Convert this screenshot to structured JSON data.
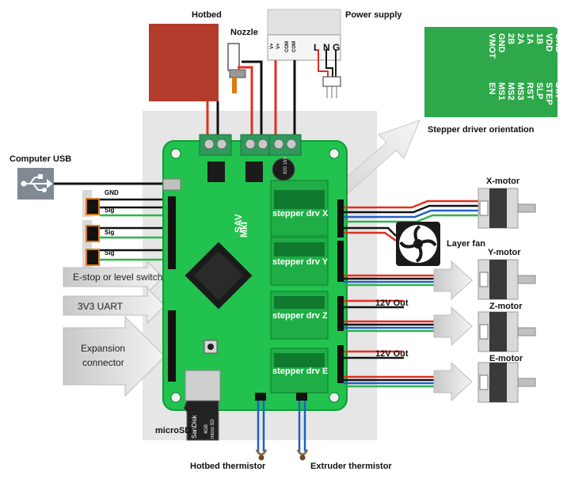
{
  "labels": {
    "hotbed": "Hotbed",
    "nozzle": "Nozzle",
    "power_supply": "Power supply",
    "computer_usb": "Computer USB",
    "stepper_orientation": "Stepper driver orientation",
    "x_motor": "X-motor",
    "y_motor": "Y-motor",
    "z_motor": "Z-motor",
    "e_motor": "E-motor",
    "layer_fan": "Layer fan",
    "out_12v_1": "12V Out",
    "out_12v_2": "12V Out",
    "microsd": "microSD",
    "hotbed_thermistor": "Hotbed thermistor",
    "extruder_thermistor": "Extruder thermistor"
  },
  "connectors": {
    "gnd": "GND",
    "sig1": "Sig",
    "sig2": "Sig",
    "sig3": "Sig"
  },
  "arrows": {
    "estop": "E-stop or level switch",
    "uart": "3V3 UART",
    "expansion_1": "Expansion",
    "expansion_2": "connector"
  },
  "psu_terminals": [
    "V+",
    "V+",
    "COM",
    "COM",
    "L",
    "N",
    "G"
  ],
  "stepper_pinout": {
    "right_col": [
      "GND",
      "VDD",
      "1B",
      "1A",
      "2A",
      "2B",
      "GND",
      "VMOT"
    ],
    "left_col": [
      "DIR",
      "STEP",
      "SLP",
      "RST",
      "MS3",
      "MS2",
      "MS1",
      "EN"
    ]
  },
  "board": {
    "drv_x": "stepper drv X",
    "drv_y": "stepper drv Y",
    "drv_z": "stepper drv Z",
    "drv_e": "stepper drv E",
    "sav": "SAV",
    "mkI": "MkI",
    "cap": "820 16V"
  },
  "sdcard": {
    "brand": "SanDisk",
    "size": "4GB",
    "type": "micro SD"
  },
  "colors": {
    "board_green": "#1ec24a",
    "pcb_dark": "#0f7a2e",
    "hotbed_red": "#b03a2e",
    "pinout_green": "#2ea84a",
    "wire_red": "#e03020",
    "wire_green": "#2fb44a",
    "wire_blue": "#2060c8"
  }
}
